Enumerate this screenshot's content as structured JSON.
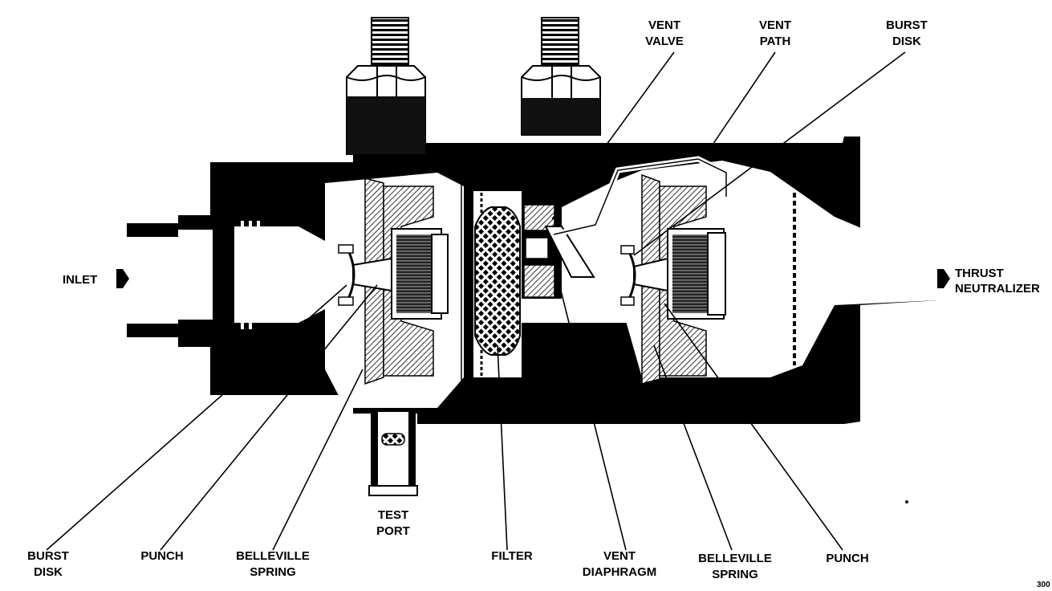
{
  "labels": {
    "inlet": "INLET",
    "thrust_neutralizer": [
      "THRUST",
      "NEUTRALIZER"
    ],
    "vent_valve": [
      "VENT",
      "VALVE"
    ],
    "vent_path": [
      "VENT",
      "PATH"
    ],
    "burst_disk_top": [
      "BURST",
      "DISK"
    ],
    "burst_disk_left": [
      "BURST",
      "DISK"
    ],
    "punch_left": "PUNCH",
    "belleville_spring_left": [
      "BELLEVILLE",
      "SPRING"
    ],
    "test_port": [
      "TEST",
      "PORT"
    ],
    "filter": "FILTER",
    "vent_diaphragm": [
      "VENT",
      "DIAPHRAGM"
    ],
    "belleville_spring_right": [
      "BELLEVILLE",
      "SPRING"
    ],
    "punch_right": "PUNCH",
    "figure_number": "300"
  },
  "colors": {
    "ink": "#000000",
    "paper": "#ffffff"
  }
}
